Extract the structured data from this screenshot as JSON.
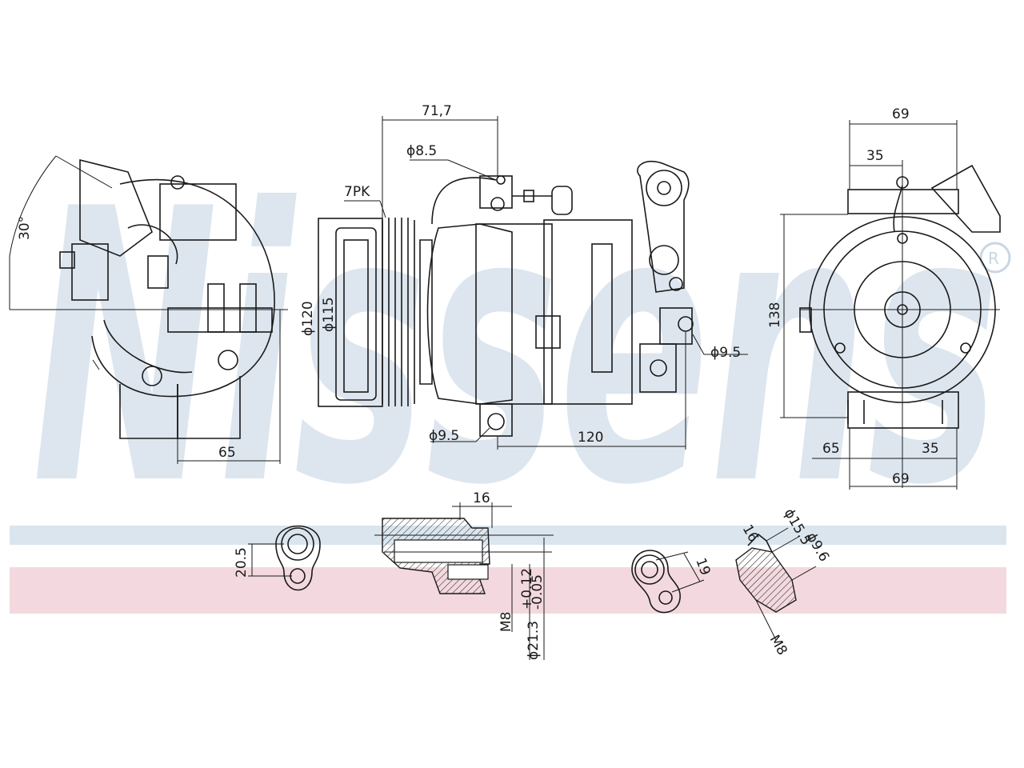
{
  "watermark": {
    "text": "Nissens",
    "registered_mark": "®",
    "color": "#dde6ef",
    "band_blue": "#dae5ee",
    "band_pink": "#f3d9df"
  },
  "side_view": {
    "angle": "30°",
    "width": "65"
  },
  "front_view": {
    "belt": "7PK",
    "top_width": "71,7",
    "connector_dia": "ϕ8.5",
    "pulley_outer_dia": "ϕ120",
    "pulley_inner_dia": "ϕ115",
    "mount_hole_right": "ϕ9.5",
    "mount_hole_bottom": "ϕ9.5",
    "length": "120"
  },
  "rear_view": {
    "top_width": "69",
    "top_offset": "35",
    "height": "138",
    "bottom_left": "65",
    "bottom_right": "35",
    "bottom_width": "69"
  },
  "details": {
    "port_plate_height": "20.5",
    "port_depth": "16",
    "thread_a": "M8",
    "bore_dia": "ϕ21.3",
    "tol_upper": "+0.12",
    "tol_lower": "-0.05",
    "plate_b_dim": "19",
    "fitting_dim_a": "16",
    "fitting_dia_a": "ϕ15.5",
    "fitting_dia_b": "ϕ9.6",
    "thread_b": "M8"
  },
  "icons": {
    "compressor_side": "compressor-side-view-icon",
    "compressor_front": "compressor-front-view-icon",
    "compressor_rear": "compressor-rear-view-icon"
  }
}
